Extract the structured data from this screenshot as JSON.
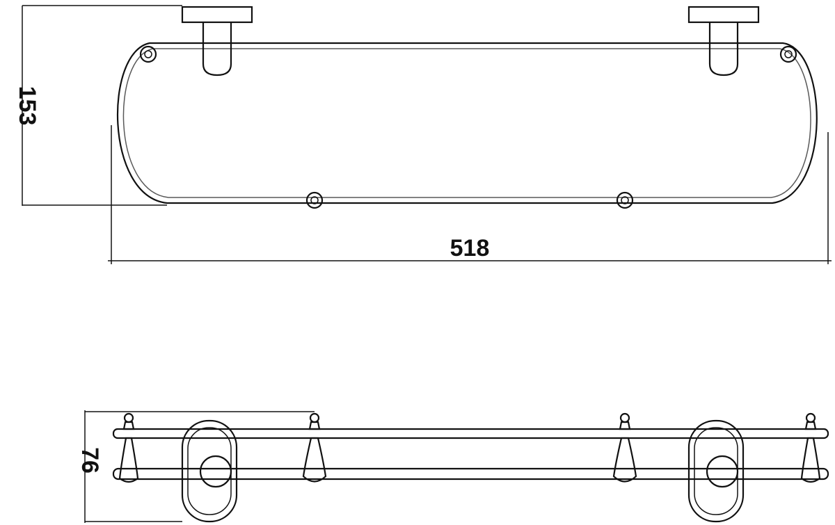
{
  "drawing": {
    "top_view": {
      "height_dimension": "153",
      "width_dimension": "518"
    },
    "side_view": {
      "height_dimension": "76"
    },
    "colors": {
      "line": "#111111",
      "background": "#ffffff"
    }
  }
}
